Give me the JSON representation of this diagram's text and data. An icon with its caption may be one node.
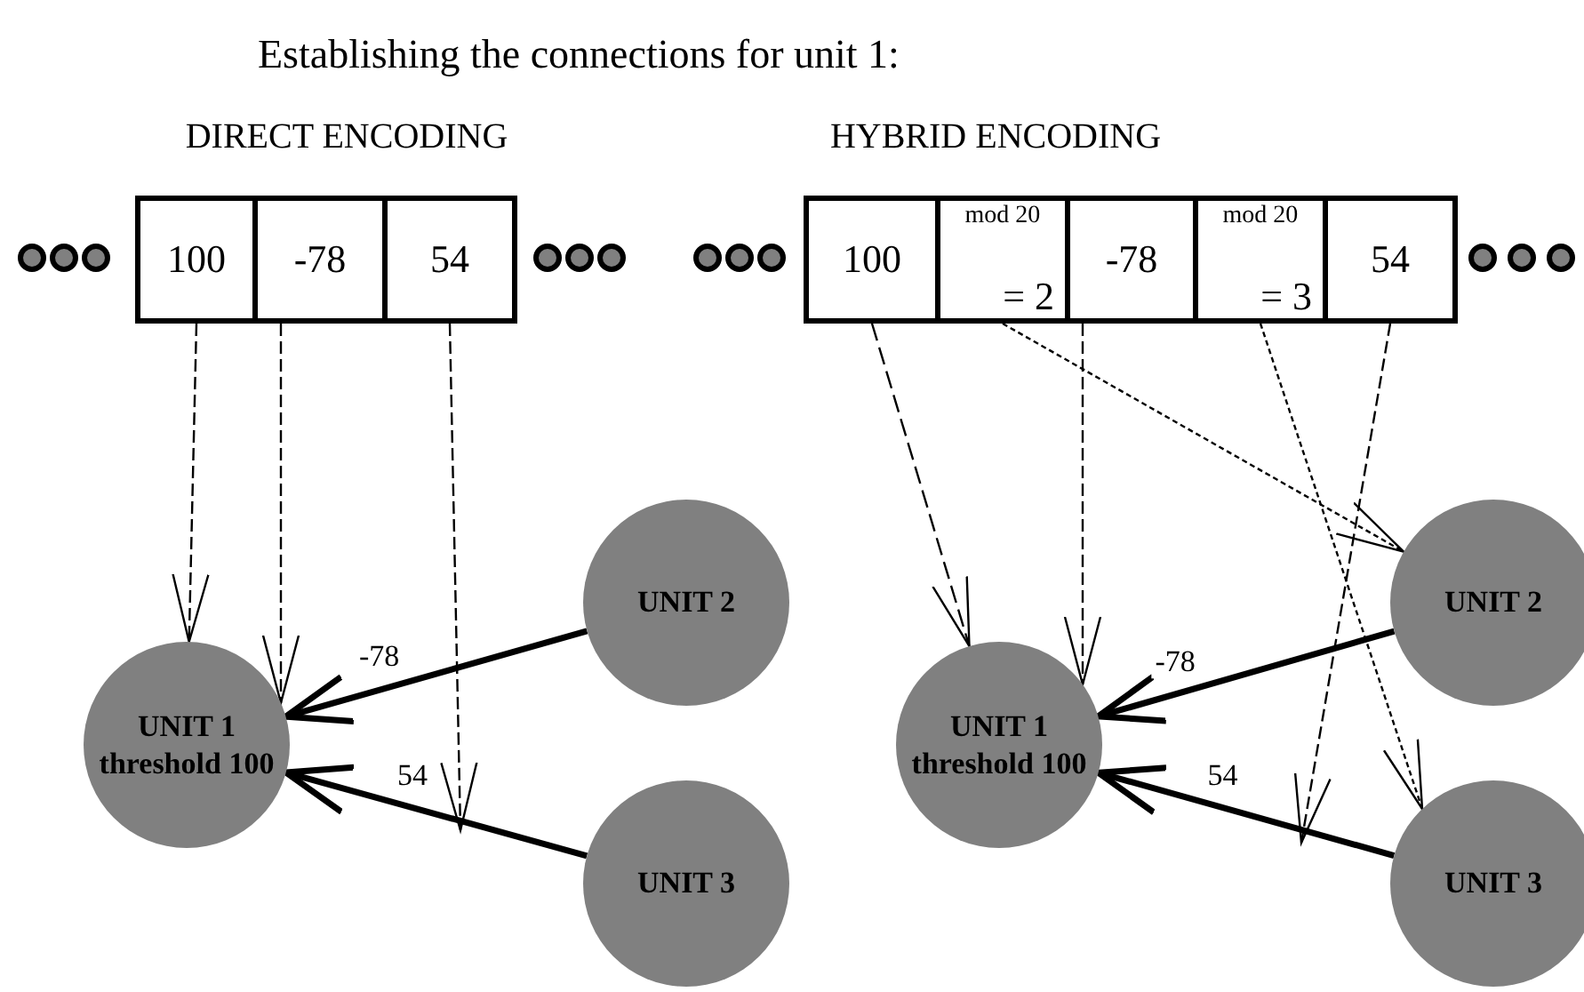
{
  "diagram": {
    "title": "Establishing the connections for unit 1:",
    "nodes": [
      {
        "text": [
          "100"
        ]
      },
      {
        "text": [
          "-78"
        ]
      },
      {
        "text": [
          "54"
        ]
      },
      {
        "text": [
          "UNIT 1 threshold 100"
        ]
      },
      {
        "text": [
          "UNIT 2"
        ]
      },
      {
        "text": [
          "UNIT 3"
        ]
      },
      {
        "text": [
          "100"
        ]
      },
      {
        "text": [
          "mod 20",
          "= 2"
        ]
      },
      {
        "text": [
          "-78"
        ]
      },
      {
        "text": [
          "mod 20",
          "= 3"
        ]
      },
      {
        "text": [
          "54"
        ]
      },
      {
        "text": [
          "UNIT 1 threshold 100"
        ]
      },
      {
        "text": [
          "UNIT 2"
        ]
      },
      {
        "text": [
          "UNIT 3"
        ]
      }
    ],
    "edges": [
      {
        "from": 0,
        "to": 3,
        "arrow": "to",
        "style": "dashed"
      },
      {
        "from": 1,
        "to": 3,
        "arrow": "to",
        "style": "dashed"
      },
      {
        "from": 2,
        "to": null,
        "arrow": "to",
        "style": "dashed"
      },
      {
        "from": 4,
        "to": 3,
        "arrow": "to",
        "style": "thick",
        "label": "-78"
      },
      {
        "from": 5,
        "to": 3,
        "arrow": "to",
        "style": "thick",
        "label": "54"
      },
      {
        "from": 6,
        "to": 11,
        "arrow": "to",
        "style": "dashed"
      },
      {
        "from": 7,
        "to": 12,
        "arrow": "to",
        "style": "dashed"
      },
      {
        "from": 8,
        "to": 11,
        "arrow": "to",
        "style": "dashed"
      },
      {
        "from": 9,
        "to": 13,
        "arrow": "to",
        "style": "dashed"
      },
      {
        "from": 10,
        "to": null,
        "arrow": "to",
        "style": "dashed"
      },
      {
        "from": 12,
        "to": 11,
        "arrow": "to",
        "style": "thick",
        "label": "-78"
      },
      {
        "from": 13,
        "to": 11,
        "arrow": "to",
        "style": "thick",
        "label": "54"
      }
    ],
    "labels": [
      "DIRECT ENCODING",
      "HYBRID ENCODING"
    ]
  }
}
